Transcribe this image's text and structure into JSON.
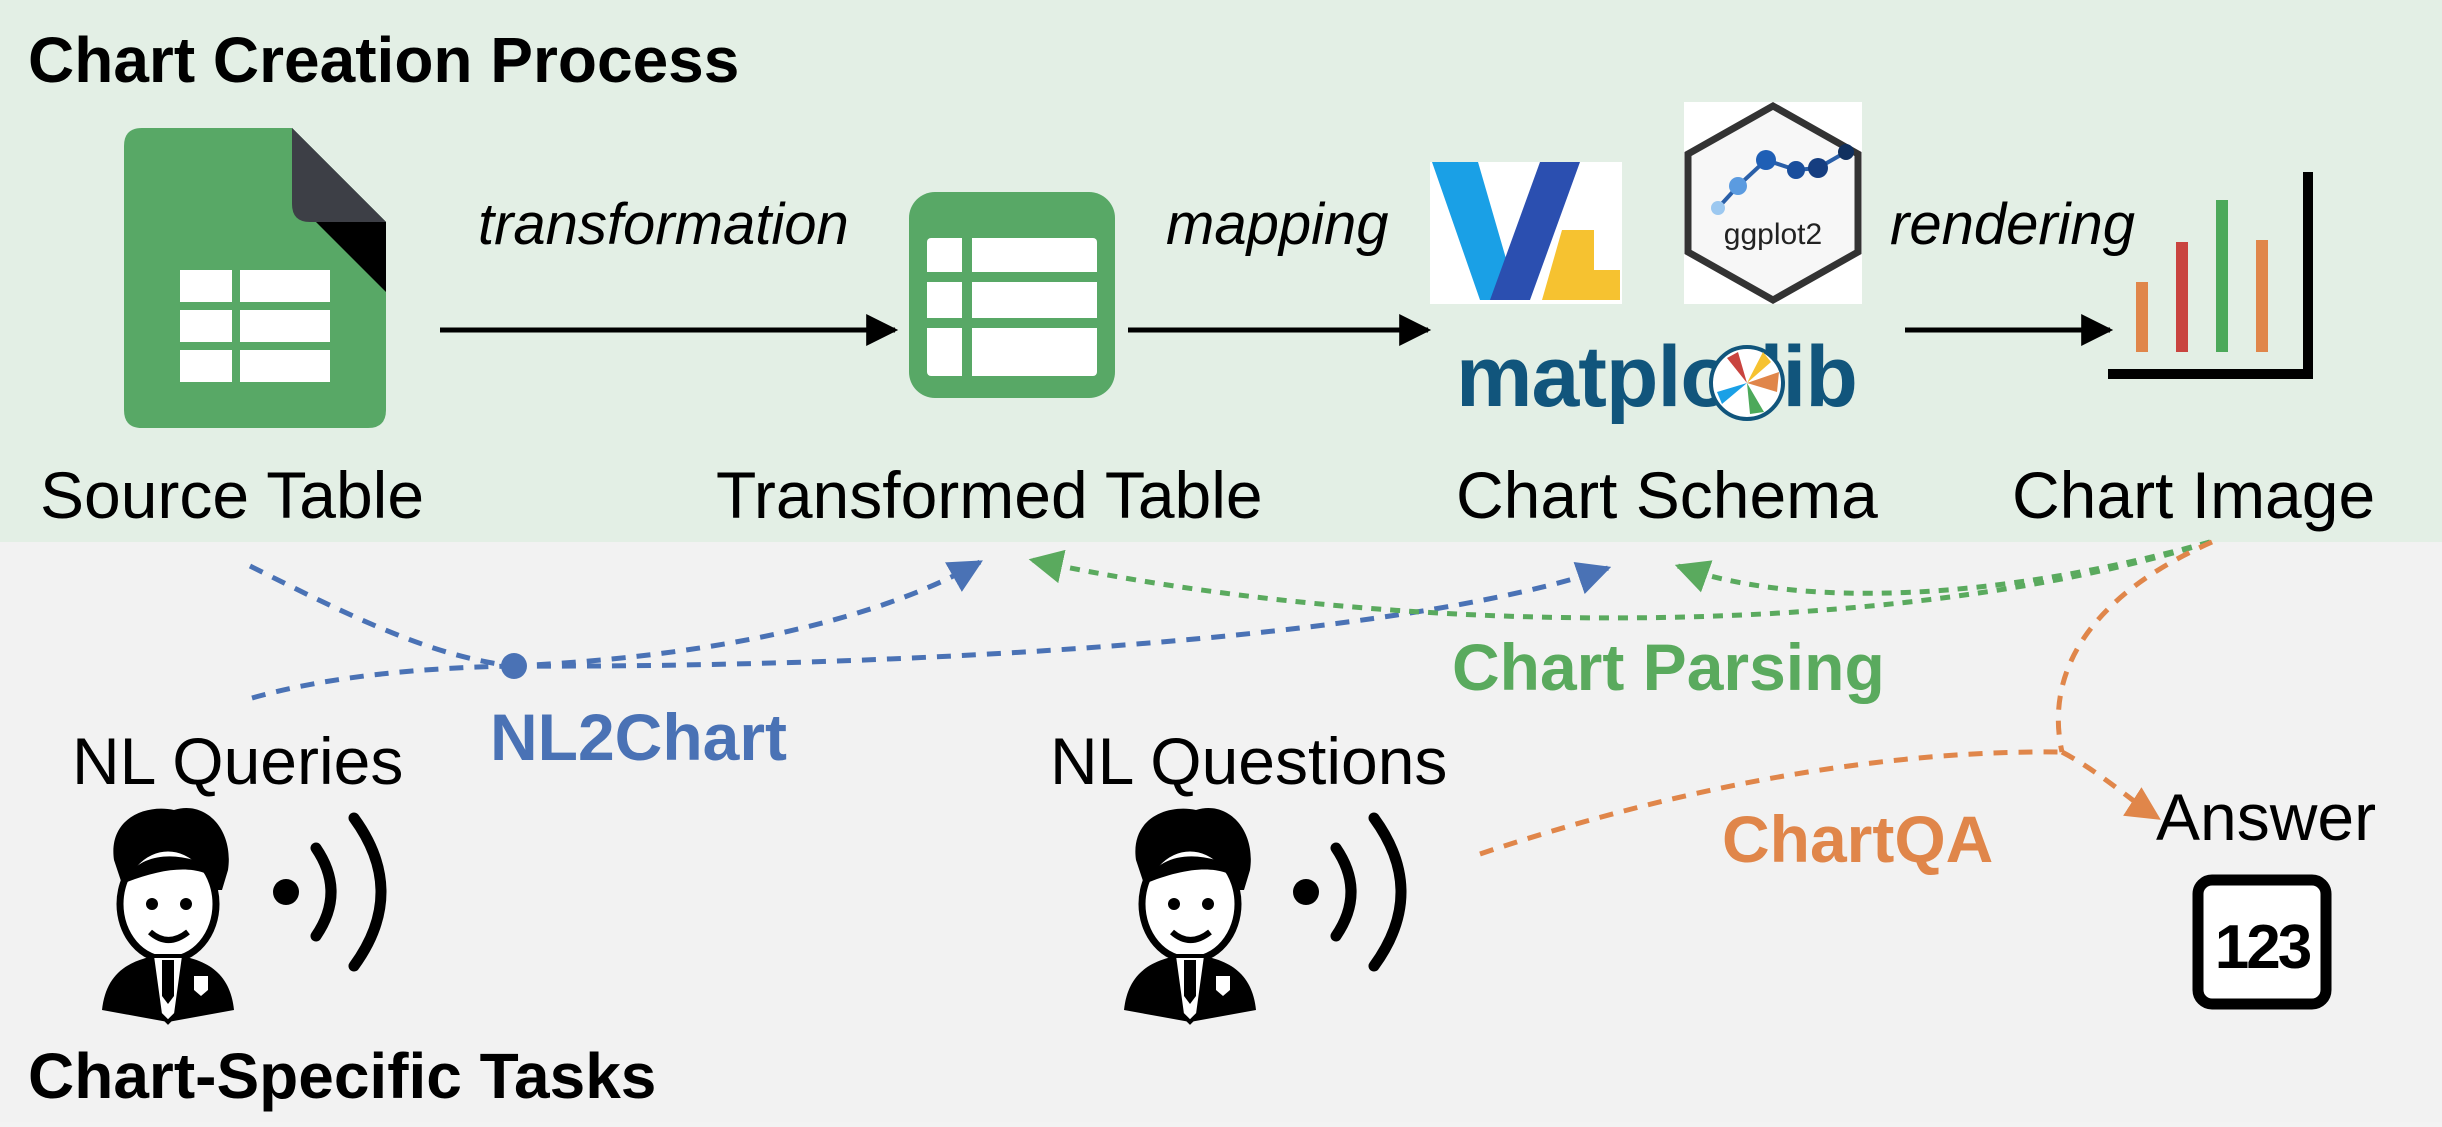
{
  "top_panel": {
    "title": "Chart Creation Process",
    "background": "#e3efe5"
  },
  "bottom_panel": {
    "title": "Chart-Specific Tasks",
    "background": "#f2f2f2"
  },
  "nodes": {
    "source_table": "Source Table",
    "transformed_table": "Transformed Table",
    "chart_schema": "Chart Schema",
    "chart_image": "Chart Image"
  },
  "edges": {
    "transformation": "transformation",
    "mapping": "mapping",
    "rendering": "rendering"
  },
  "logos": {
    "vega_lite": "VL",
    "ggplot2": "ggplot2",
    "matplotlib": "matplotlib"
  },
  "actors": {
    "nl_queries": "NL Queries",
    "nl_questions": "NL Questions",
    "answer": "Answer",
    "answer_glyph": "123"
  },
  "tasks": {
    "nl2chart": {
      "label": "NL2Chart",
      "color": "#4a72b5"
    },
    "chart_parsing": {
      "label": "Chart Parsing",
      "color": "#5aaa5e"
    },
    "chartqa": {
      "label": "ChartQA",
      "color": "#e0864a"
    }
  },
  "colors": {
    "sheet_green": "#58a866",
    "fold_dark": "#3d3f46",
    "vl_blue_light": "#1aa0e6",
    "vl_blue_dark": "#2b4fb0",
    "vl_yellow": "#f6c230",
    "matplotlib_blue": "#11557c",
    "bar_orange": "#e0864a",
    "bar_red": "#c9443f",
    "bar_green": "#4ca95a"
  }
}
